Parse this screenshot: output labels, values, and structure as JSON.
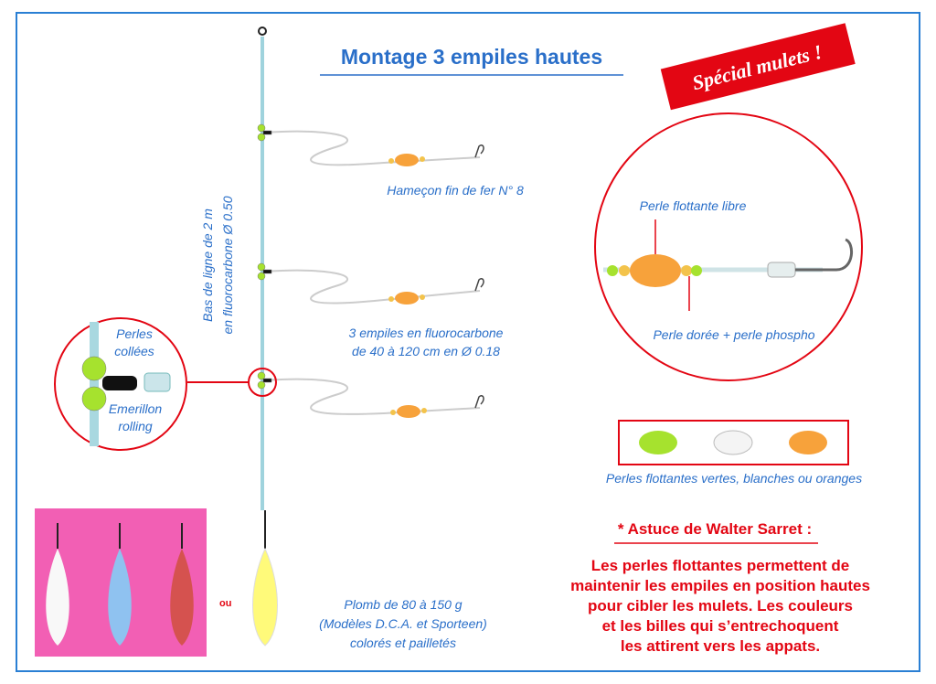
{
  "title": "Montage 3 empiles hautes",
  "badge": "Spécial mulets !",
  "line_label": [
    "Bas de ligne de 2 m",
    "en fluorocarbone Ø 0.50"
  ],
  "hook_label": "Hameçon fin de fer N° 8",
  "snoods_label": [
    "3 empiles en fluorocarbone",
    "de 40 à 120 cm en Ø 0.18"
  ],
  "detail_left": {
    "beads": [
      "Perles",
      "collées"
    ],
    "swivel": [
      "Emerillon",
      "rolling"
    ]
  },
  "detail_right": {
    "float": "Perle flottante libre",
    "beads": "Perle dorée + perle phospho"
  },
  "bead_legend": "Perles flottantes vertes, blanches ou oranges",
  "or_label": "ou",
  "lead_label": [
    "Plomb de 80 à 150 g",
    "(Modèles D.C.A. et Sporteen)",
    "colorés et pailletés"
  ],
  "tip": {
    "title": "* Astuce de Walter Sarret :",
    "lines": [
      "Les perles flottantes permettent de",
      "maintenir les empiles en position hautes",
      "pour cibler les mulets. Les couleurs",
      "et les billes qui s’entrechoquent",
      "les attirent vers les appats."
    ]
  },
  "colors": {
    "blue": "#2a6fc9",
    "red": "#e30613",
    "pink": "#f25fb4",
    "green": "#a6e22e",
    "orange": "#f7a23b"
  }
}
